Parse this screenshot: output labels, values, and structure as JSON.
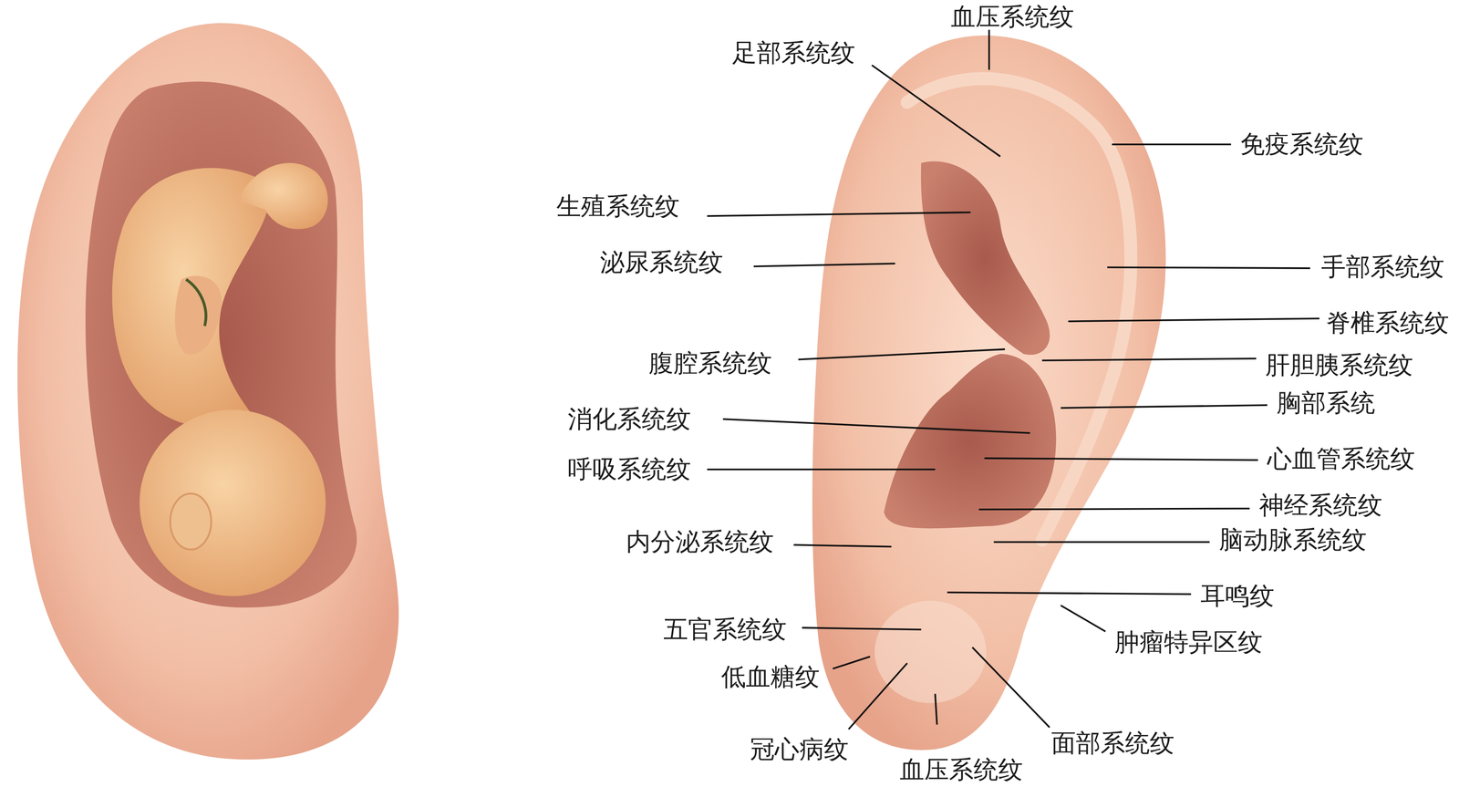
{
  "diagram": {
    "labels": [
      "血压系统纹",
      "足部系统纹",
      "免疫系统纹",
      "生殖系统纹",
      "泌尿系统纹",
      "手部系统纹",
      "脊椎系统纹",
      "腹腔系统纹",
      "肝胆胰系统纹",
      "胸部系统",
      "消化系统纹",
      "心血管系统纹",
      "呼吸系统纹",
      "神经系统纹",
      "内分泌系统纹",
      "脑动脉系统纹",
      "耳鸣纹",
      "五官系统纹",
      "肿瘤特异区纹",
      "低血糖纹",
      "冠心病纹",
      "面部系统纹",
      "血压系统纹"
    ]
  }
}
